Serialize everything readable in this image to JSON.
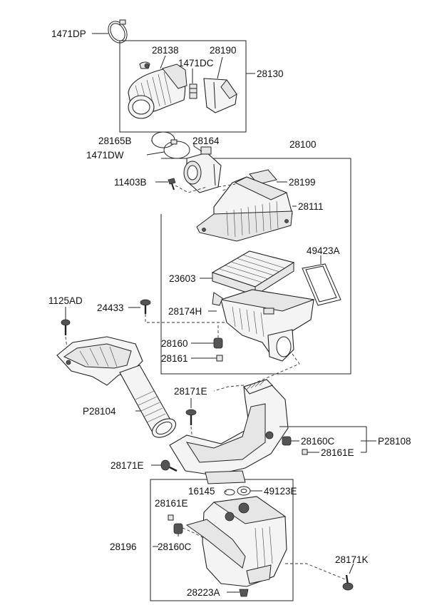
{
  "labels": {
    "p1471DP": "1471DP",
    "p28138": "28138",
    "p28190": "28190",
    "p1471DC": "1471DC",
    "p28130": "28130",
    "p28165B": "28165B",
    "p28164": "28164",
    "p1471DW": "1471DW",
    "p28100": "28100",
    "p11403B": "11403B",
    "p28199": "28199",
    "p28111": "28111",
    "p49423A": "49423A",
    "p23603": "23603",
    "p1125AD": "1125AD",
    "p24433": "24433",
    "p28174H": "28174H",
    "p28160": "28160",
    "p28161": "28161",
    "p28171E_a": "28171E",
    "pP28104": "P28104",
    "p28160C_a": "28160C",
    "pP28108": "P28108",
    "p28161E_a": "28161E",
    "p28171E_b": "28171E",
    "p16145": "16145",
    "p49123E": "49123E",
    "p28161E_b": "28161E",
    "p28196": "28196",
    "p28160C_b": "28160C",
    "p28171K": "28171K",
    "p28223A": "28223A"
  }
}
